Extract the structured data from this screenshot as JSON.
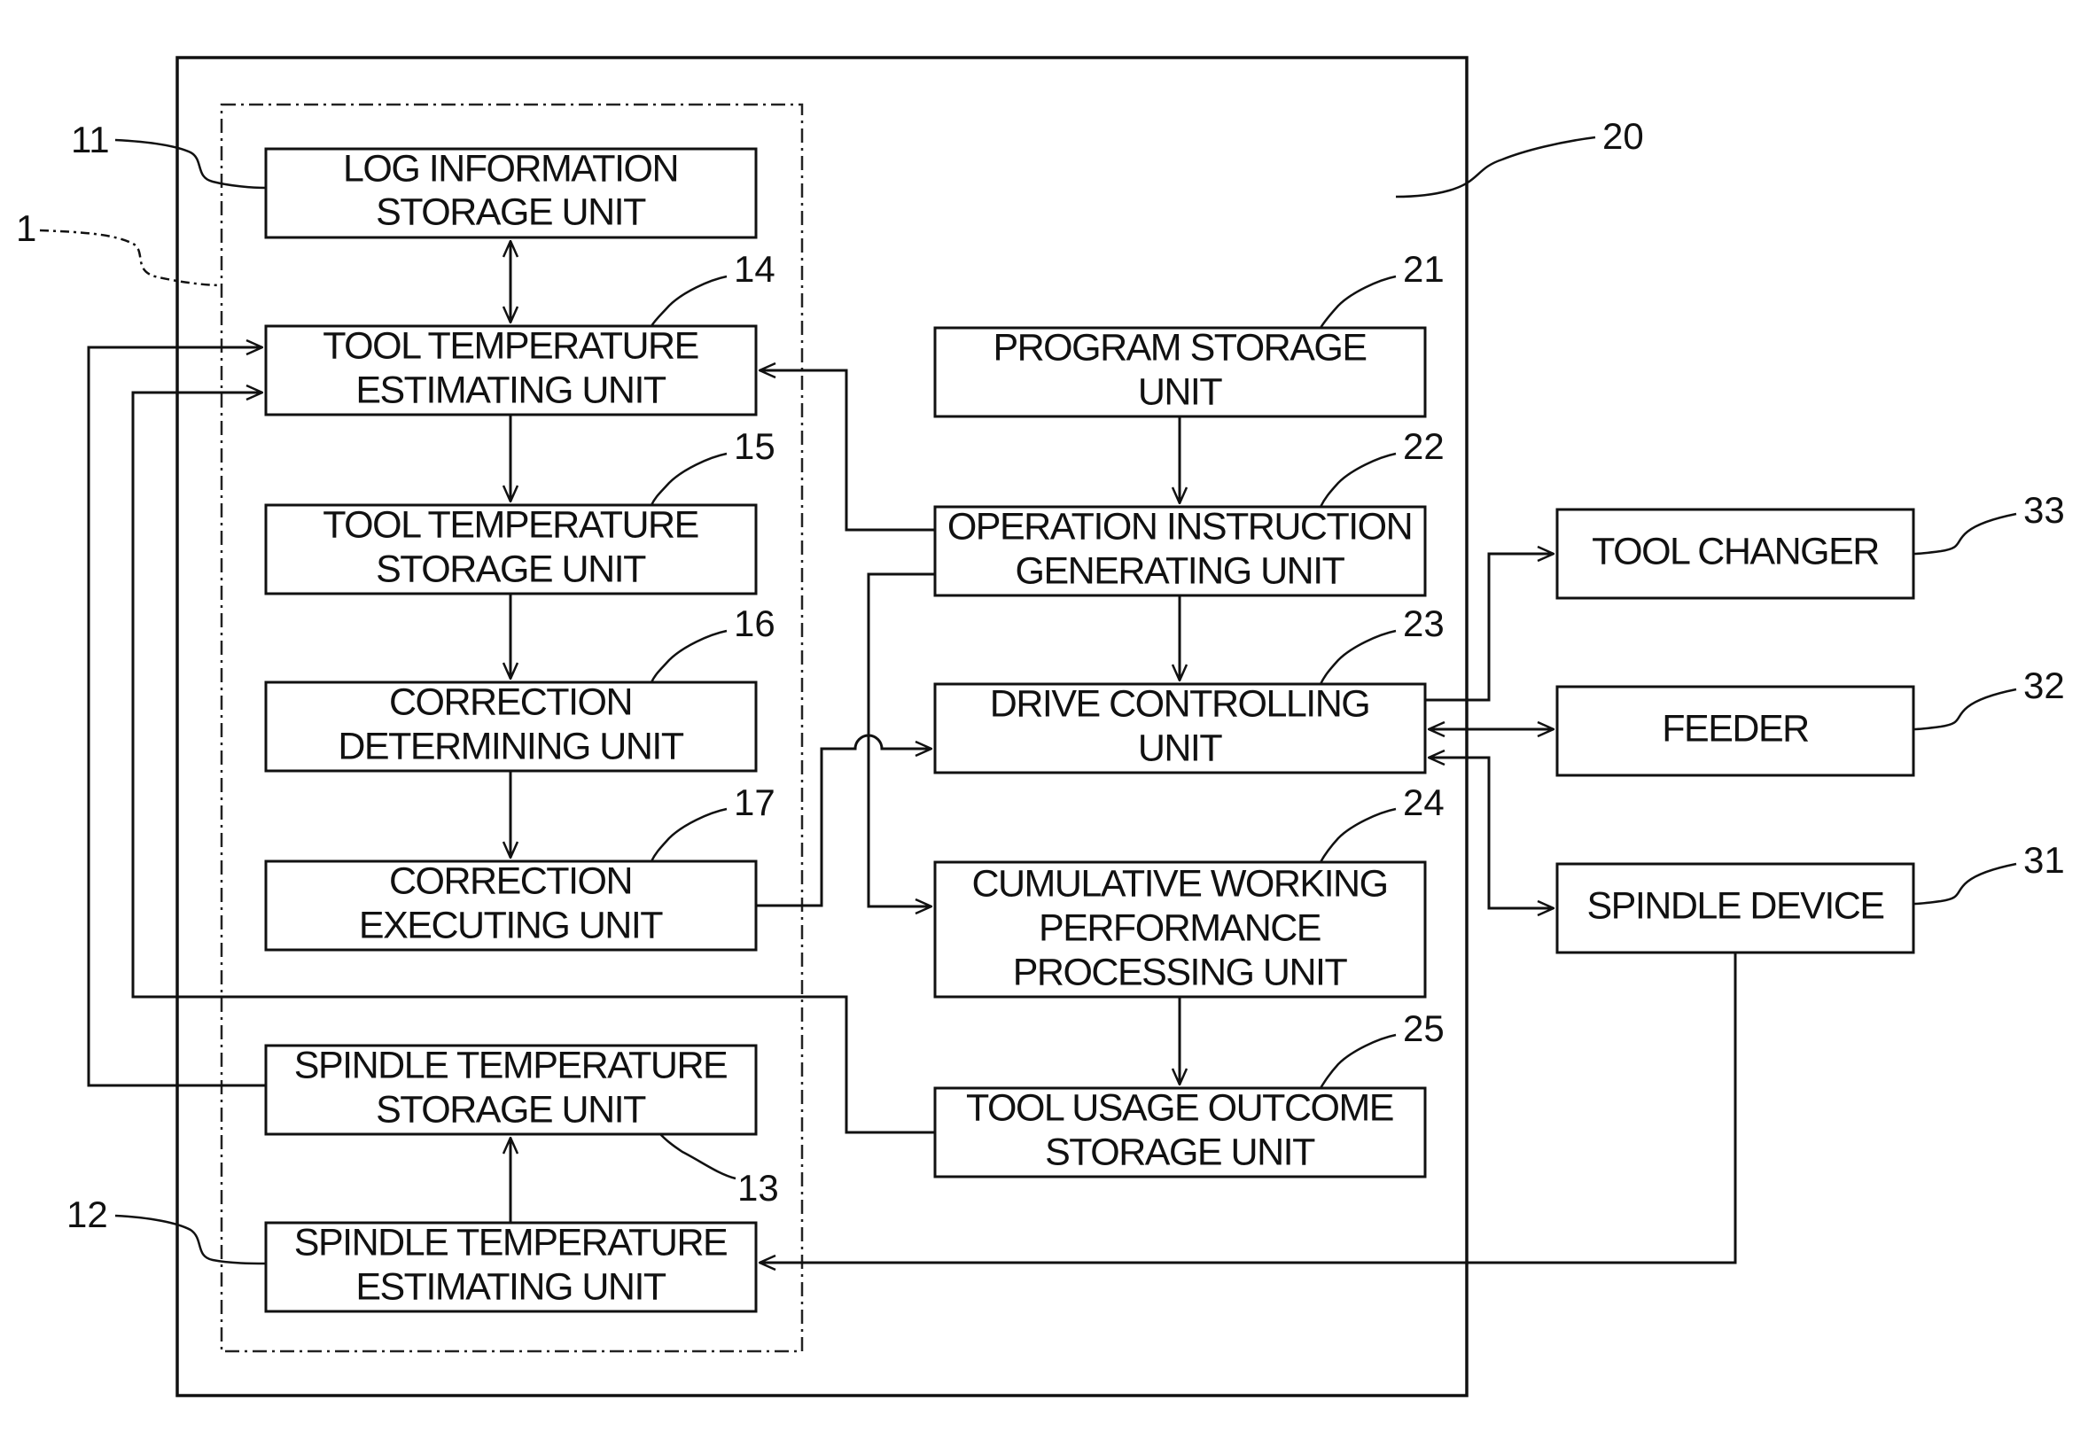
{
  "boxes": {
    "log_info": [
      "LOG INFORMATION",
      "STORAGE UNIT"
    ],
    "tool_temp_est": [
      "TOOL TEMPERATURE",
      "ESTIMATING UNIT"
    ],
    "tool_temp_store": [
      "TOOL TEMPERATURE",
      "STORAGE UNIT"
    ],
    "correction_det": [
      "CORRECTION",
      "DETERMINING UNIT"
    ],
    "correction_exec": [
      "CORRECTION",
      "EXECUTING UNIT"
    ],
    "spindle_temp_store": [
      "SPINDLE TEMPERATURE",
      "STORAGE UNIT"
    ],
    "spindle_temp_est": [
      "SPINDLE TEMPERATURE",
      "ESTIMATING UNIT"
    ],
    "program_storage": [
      "PROGRAM STORAGE",
      "UNIT"
    ],
    "op_instruction": [
      "OPERATION INSTRUCTION",
      "GENERATING UNIT"
    ],
    "drive_ctrl": [
      "DRIVE CONTROLLING",
      "UNIT"
    ],
    "cumulative": [
      "CUMULATIVE WORKING",
      "PERFORMANCE",
      "PROCESSING UNIT"
    ],
    "tool_usage": [
      "TOOL USAGE OUTCOME",
      "STORAGE UNIT"
    ],
    "tool_changer": [
      "TOOL CHANGER"
    ],
    "feeder": [
      "FEEDER"
    ],
    "spindle_device": [
      "SPINDLE DEVICE"
    ]
  },
  "refs": {
    "r1": "1",
    "r11": "11",
    "r12": "12",
    "r13": "13",
    "r14": "14",
    "r15": "15",
    "r16": "16",
    "r17": "17",
    "r20": "20",
    "r21": "21",
    "r22": "22",
    "r23": "23",
    "r24": "24",
    "r25": "25",
    "r31": "31",
    "r32": "32",
    "r33": "33"
  }
}
